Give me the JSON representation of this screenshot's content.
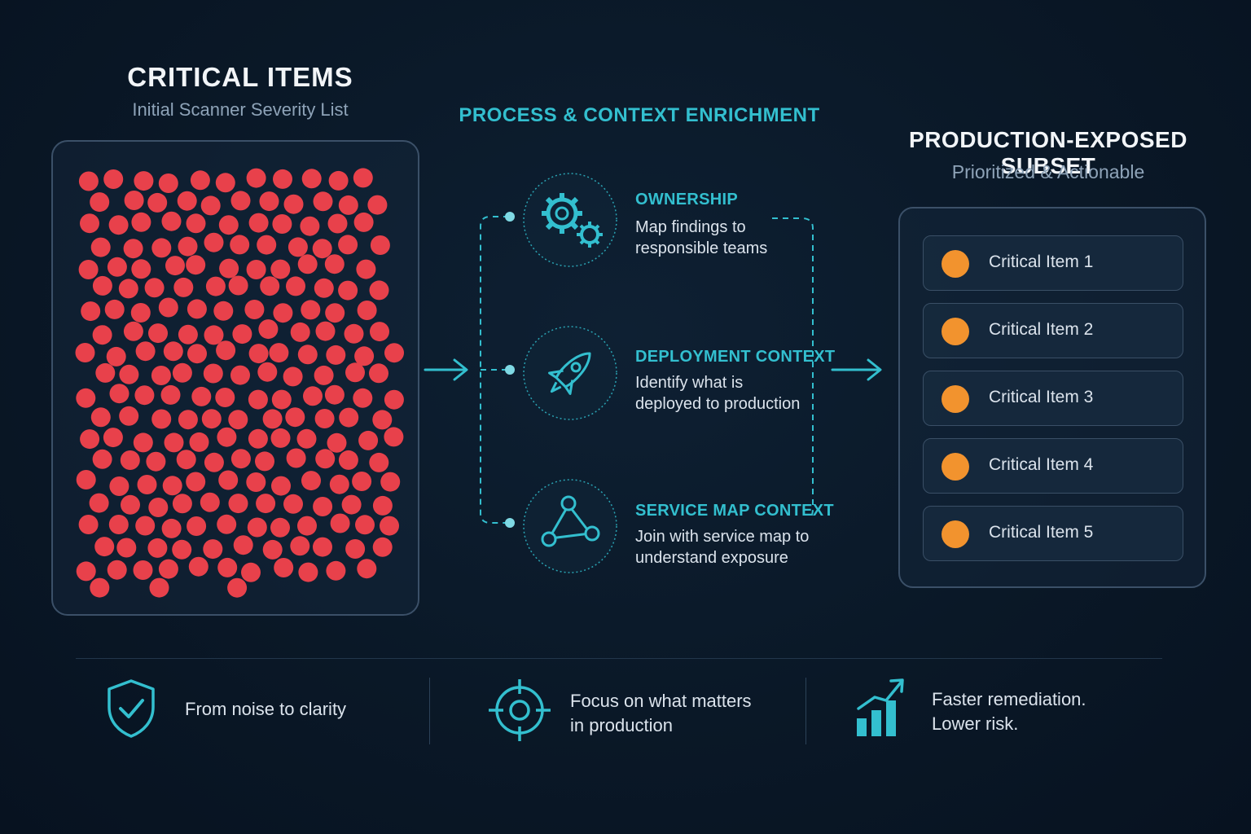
{
  "left": {
    "title": "CRITICAL ITEMS",
    "subtitle": "Initial Scanner Severity List"
  },
  "middle": {
    "title": "PROCESS & CONTEXT ENRICHMENT",
    "steps": [
      {
        "icon": "gears-icon",
        "heading": "OWNERSHIP",
        "line1": "Map findings to",
        "line2": "responsible teams"
      },
      {
        "icon": "rocket-icon",
        "heading": "DEPLOYMENT CONTEXT",
        "line1": "Identify what is",
        "line2": "deployed to production"
      },
      {
        "icon": "network-graph-icon",
        "heading": "SERVICE MAP CONTEXT",
        "line1": "Join with service map to",
        "line2": "understand exposure"
      }
    ]
  },
  "right": {
    "title": "PRODUCTION-EXPOSED SUBSET",
    "subtitle": "Prioritized & Actionable",
    "items": [
      "Critical Item 1",
      "Critical Item 2",
      "Critical Item 3",
      "Critical Item 4",
      "Critical Item 5"
    ]
  },
  "footer": {
    "items": [
      {
        "icon": "shield-check-icon",
        "line1": "From noise to clarity",
        "line2": ""
      },
      {
        "icon": "target-icon",
        "line1": "Focus on what matters",
        "line2": "in production"
      },
      {
        "icon": "growth-chart-icon",
        "line1": "Faster remediation.",
        "line2": "Lower risk."
      }
    ]
  },
  "colors": {
    "background": "#0a1827",
    "accent": "#33bfcf",
    "critical_red": "#e8414b",
    "prioritized_orange": "#f2932e"
  }
}
